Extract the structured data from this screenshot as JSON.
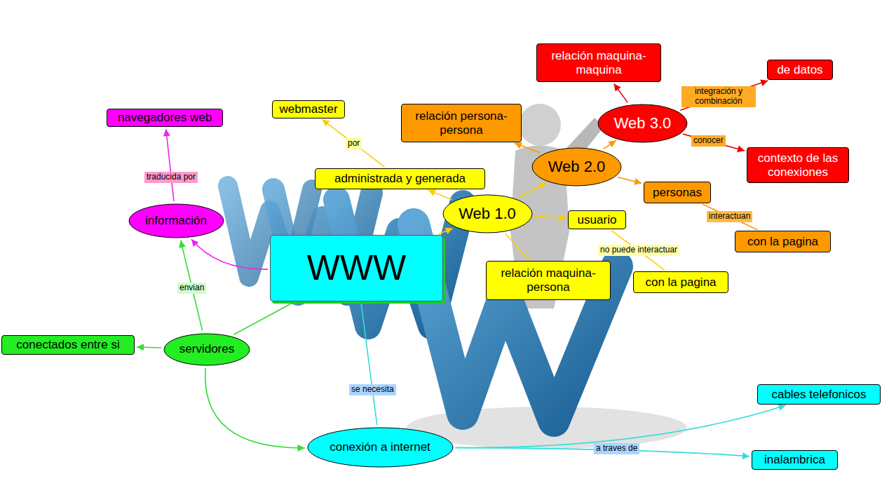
{
  "diagram": {
    "nodes": [
      {
        "text": [
          "WWW"
        ]
      },
      {
        "text": [
          "información"
        ]
      },
      {
        "text": [
          "navegadores web"
        ]
      },
      {
        "text": [
          "servidores"
        ]
      },
      {
        "text": [
          "conectados entre si"
        ]
      },
      {
        "text": [
          "conexión a internet"
        ]
      },
      {
        "text": [
          "cables telefonicos"
        ]
      },
      {
        "text": [
          "inalambrica"
        ]
      },
      {
        "text": [
          "Web 1.0"
        ]
      },
      {
        "text": [
          "administrada y generada"
        ]
      },
      {
        "text": [
          "webmaster"
        ]
      },
      {
        "text": [
          "usuario"
        ]
      },
      {
        "text": [
          "con la pagina"
        ]
      },
      {
        "text": [
          "relación maquina-persona"
        ]
      },
      {
        "text": [
          "Web 2.0"
        ]
      },
      {
        "text": [
          "relación persona-persona"
        ]
      },
      {
        "text": [
          "personas"
        ]
      },
      {
        "text": [
          "con la pagina"
        ]
      },
      {
        "text": [
          "Web 3.0"
        ]
      },
      {
        "text": [
          "relación maquina-maquina"
        ]
      },
      {
        "text": [
          "de datos"
        ]
      },
      {
        "text": [
          "contexto de las conexiones"
        ]
      }
    ],
    "edges": [
      {
        "from": 0,
        "to": 1,
        "arrow": "to"
      },
      {
        "from": 3,
        "to": 1,
        "label": "envian",
        "arrow": "to"
      },
      {
        "from": 3,
        "to": 4,
        "arrow": "to"
      },
      {
        "from": 0,
        "to": 3,
        "arrow": "none"
      },
      {
        "from": 1,
        "to": 2,
        "label": "traducida por",
        "arrow": "to"
      },
      {
        "from": 3,
        "to": 5,
        "arrow": "to"
      },
      {
        "from": 0,
        "to": 5,
        "label": "se necesita",
        "arrow": "none"
      },
      {
        "from": 5,
        "to": 6,
        "label": "a traves de",
        "arrow": "to"
      },
      {
        "from": 5,
        "to": 7,
        "arrow": "to"
      },
      {
        "from": 0,
        "to": 8,
        "arrow": "to"
      },
      {
        "from": 8,
        "to": 9,
        "arrow": "to"
      },
      {
        "from": 9,
        "to": 10,
        "label": "por",
        "arrow": "to"
      },
      {
        "from": 8,
        "to": 11,
        "arrow": "to"
      },
      {
        "from": 11,
        "to": 12,
        "label": "no puede interactuar",
        "arrow": "none"
      },
      {
        "from": 8,
        "to": 13,
        "arrow": "none"
      },
      {
        "from": 8,
        "to": 14,
        "arrow": "to"
      },
      {
        "from": 14,
        "to": 15,
        "arrow": "to"
      },
      {
        "from": 14,
        "to": 16,
        "arrow": "to"
      },
      {
        "from": 16,
        "to": 17,
        "label": "interactuan",
        "arrow": "none"
      },
      {
        "from": 14,
        "to": 18,
        "arrow": "to"
      },
      {
        "from": 18,
        "to": 19,
        "arrow": "to"
      },
      {
        "from": 18,
        "to": 20,
        "label": "integración y combinación",
        "arrow": "to"
      },
      {
        "from": 18,
        "to": 21,
        "label": "conocer",
        "arrow": "to"
      }
    ]
  }
}
